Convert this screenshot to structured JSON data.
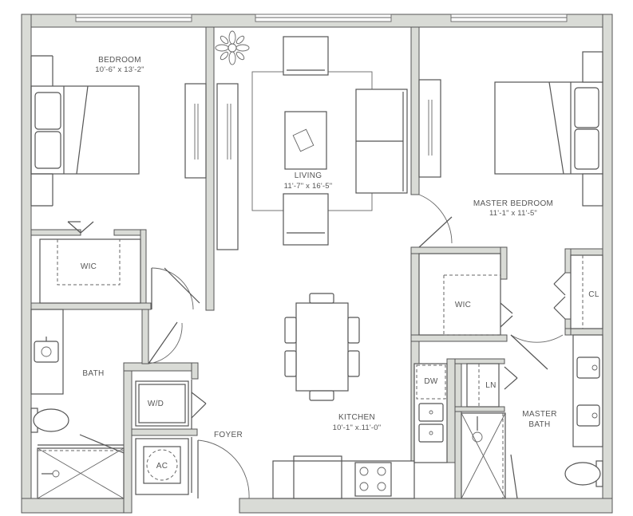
{
  "rooms": {
    "bedroom": {
      "name": "BEDROOM",
      "dims": "10'-6\" x 13'-2\""
    },
    "living": {
      "name": "LIVING",
      "dims": "11'-7\" x 16'-5\""
    },
    "master_bedroom": {
      "name": "MASTER BEDROOM",
      "dims": "11'-1\" x 11'-5\""
    },
    "wic_left": {
      "name": "WIC"
    },
    "wic_right": {
      "name": "WIC"
    },
    "cl": {
      "name": "CL"
    },
    "bath": {
      "name": "BATH"
    },
    "wd": {
      "name": "W/D"
    },
    "ac": {
      "name": "AC"
    },
    "foyer": {
      "name": "FOYER"
    },
    "kitchen": {
      "name": "KITCHEN",
      "dims": "10'-1\" x.11'-0\""
    },
    "dw": {
      "name": "DW"
    },
    "ln": {
      "name": "LN"
    },
    "master_bath": {
      "name_line1": "MASTER",
      "name_line2": "BATH"
    }
  },
  "colors": {
    "wall_fill": "#d9dbd6",
    "line": "#555555",
    "background": "#ffffff"
  }
}
